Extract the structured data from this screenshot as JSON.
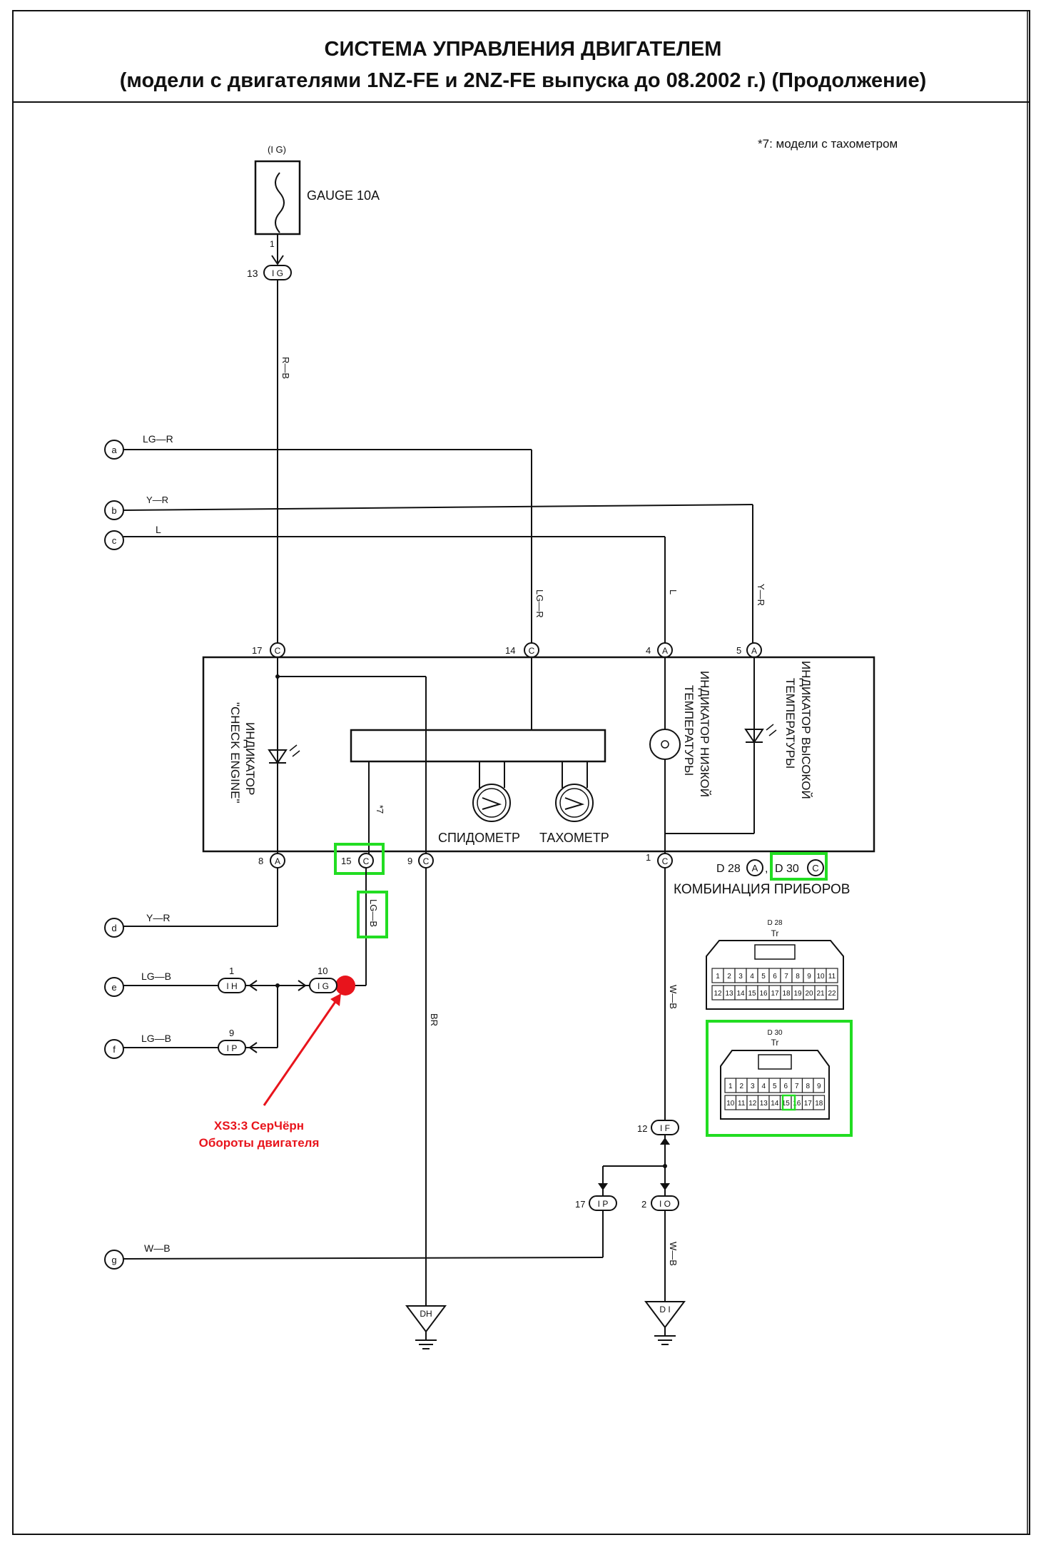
{
  "title_line1": "СИСТЕМА УПРАВЛЕНИЯ ДВИГАТЕЛЕМ",
  "title_line2": "(модели с двигателями 1NZ-FE и 2NZ-FE выпуска до 08.2002 г.) (Продолжение)",
  "note": "*7: модели с тахометром",
  "fuse": {
    "top_label": "(I G)",
    "name": "GAUGE 10A",
    "pin": "1"
  },
  "wires": {
    "rb": "R—B",
    "lg_r": "LG—R",
    "y_r_top": "Y—R",
    "l": "L",
    "lg_r_v": "LG—R",
    "l_v": "L",
    "y_r_v": "Y—R",
    "y_r_d": "Y—R",
    "lg_b_e": "LG—B",
    "lg_b_f": "LG—B",
    "lg_b_v": "LG—B",
    "br": "BR",
    "w_b": "W—B",
    "w_b2": "W—B",
    "w_b_g": "W—B",
    "star7": "*7"
  },
  "terminals": {
    "a": "a",
    "b": "b",
    "c": "c",
    "d": "d",
    "e": "e",
    "f": "f",
    "g": "g"
  },
  "pins": {
    "ig13_num": "13",
    "ig13": "I G",
    "c17_num": "17",
    "c17": "C",
    "c14_num": "14",
    "c14": "C",
    "a4_num": "4",
    "a4": "A",
    "a5_num": "5",
    "a5": "A",
    "a8_num": "8",
    "a8": "A",
    "c15_num": "15",
    "c15": "C",
    "c9_num": "9",
    "c9": "C",
    "c1_num": "1",
    "c1": "C",
    "ih1_num": "1",
    "ih1": "I H",
    "ig10_num": "10",
    "ig10": "I G",
    "ip9_num": "9",
    "ip9": "I P",
    "if12_num": "12",
    "if12": "I F",
    "ip17_num": "17",
    "ip17": "I P",
    "io2_num": "2",
    "io2": "I O"
  },
  "combo": {
    "check_engine_1": "ИНДИКАТОР",
    "check_engine_2": "\"CHECK ENGINE\"",
    "speedometer": "СПИДОМЕТР",
    "tachometer": "ТАХОМЕТР",
    "low_temp_1": "ИНДИКАТОР НИЗКОЙ",
    "low_temp_2": "ТЕМПЕРАТУРЫ",
    "high_temp_1": "ИНДИКАТОР ВЫСОКОЙ",
    "high_temp_2": "ТЕМПЕРАТУРЫ",
    "connector_ref_a": "D 28",
    "connector_ref_a_letter": "A",
    "connector_ref_c": "D 30",
    "connector_ref_c_letter": "C",
    "name": "КОМБИНАЦИЯ ПРИБОРОВ"
  },
  "grounds": {
    "dh": "DH",
    "di": "D I"
  },
  "annotation": {
    "line1": "XS3:3 СерЧёрн",
    "line2": "Обороты двигателя",
    "color": "#e8141c"
  },
  "highlight_color": "#22dd22",
  "connector_d28": {
    "ref": "D 28",
    "type": "Tr",
    "row1": [
      "1",
      "2",
      "3",
      "4",
      "5",
      "6",
      "7",
      "8",
      "9",
      "10",
      "11"
    ],
    "row2": [
      "12",
      "13",
      "14",
      "15",
      "16",
      "17",
      "18",
      "19",
      "20",
      "21",
      "22"
    ]
  },
  "connector_d30": {
    "ref": "D 30",
    "type": "Tr",
    "row1": [
      "1",
      "2",
      "3",
      "4",
      "5",
      "6",
      "7",
      "8",
      "9"
    ],
    "row2": [
      "10",
      "11",
      "12",
      "13",
      "14",
      "15",
      "16",
      "17",
      "18"
    ]
  }
}
